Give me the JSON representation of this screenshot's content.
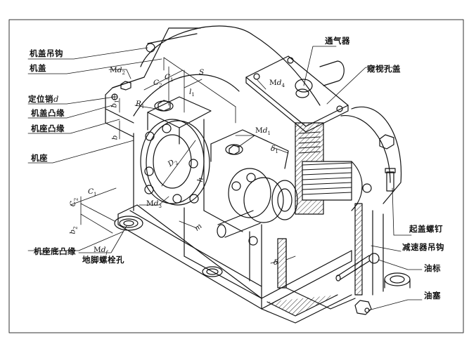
{
  "title": "减速器结构图",
  "labels": {
    "lifting_hook_cover": "机盖吊钩",
    "cover": "机盖",
    "locating_pin": "定位销",
    "locating_pin_sym": "d",
    "cover_flange": "机盖凸缘",
    "base_flange": "机座凸缘",
    "base": "机座",
    "base_bottom_flange": "机座底凸缘",
    "anchor_bolt_hole": "地脚螺栓孔",
    "breather": "通气器",
    "inspection_cover": "窥视孔盖",
    "jack_screw": "起盖螺钉",
    "reducer_lifting_hook": "减速器吊钩",
    "oil_gauge": "油标",
    "oil_plug": "油塞"
  },
  "symbols": {
    "Md2": {
      "main": "M",
      "var": "d",
      "sub": "2"
    },
    "Md4": {
      "main": "M",
      "var": "d",
      "sub": "4"
    },
    "Md1": {
      "main": "M",
      "var": "d",
      "sub": "1"
    },
    "Md3": {
      "main": "M",
      "var": "d",
      "sub": "3"
    },
    "Mdf": {
      "main": "M",
      "var": "d",
      "sub": "f"
    },
    "C2_top": {
      "var": "C",
      "sub": "2"
    },
    "C1_top": {
      "var": "C",
      "sub": "1"
    },
    "S": {
      "var": "S",
      "sub": ""
    },
    "l1": {
      "var": "l",
      "sub": "1"
    },
    "R1": {
      "var": "R",
      "sub": "1"
    },
    "b1": {
      "var": "b",
      "sub": "1"
    },
    "b": {
      "var": "b",
      "sub": ""
    },
    "D2": {
      "var": "D",
      "sub": "2"
    },
    "h": {
      "var": "h",
      "sub": ""
    },
    "delta1": {
      "var": "δ",
      "sub": "1"
    },
    "C1_bottom": {
      "var": "C",
      "sub": "1"
    },
    "C2_bottom": {
      "var": "C",
      "sub": "2"
    },
    "b2": {
      "var": "b",
      "sub": "2"
    },
    "m": {
      "var": "m",
      "sub": ""
    },
    "delta": {
      "var": "δ",
      "sub": ""
    }
  },
  "colors": {
    "ink": "#111111",
    "paper": "#ffffff",
    "frame": "#333333"
  }
}
